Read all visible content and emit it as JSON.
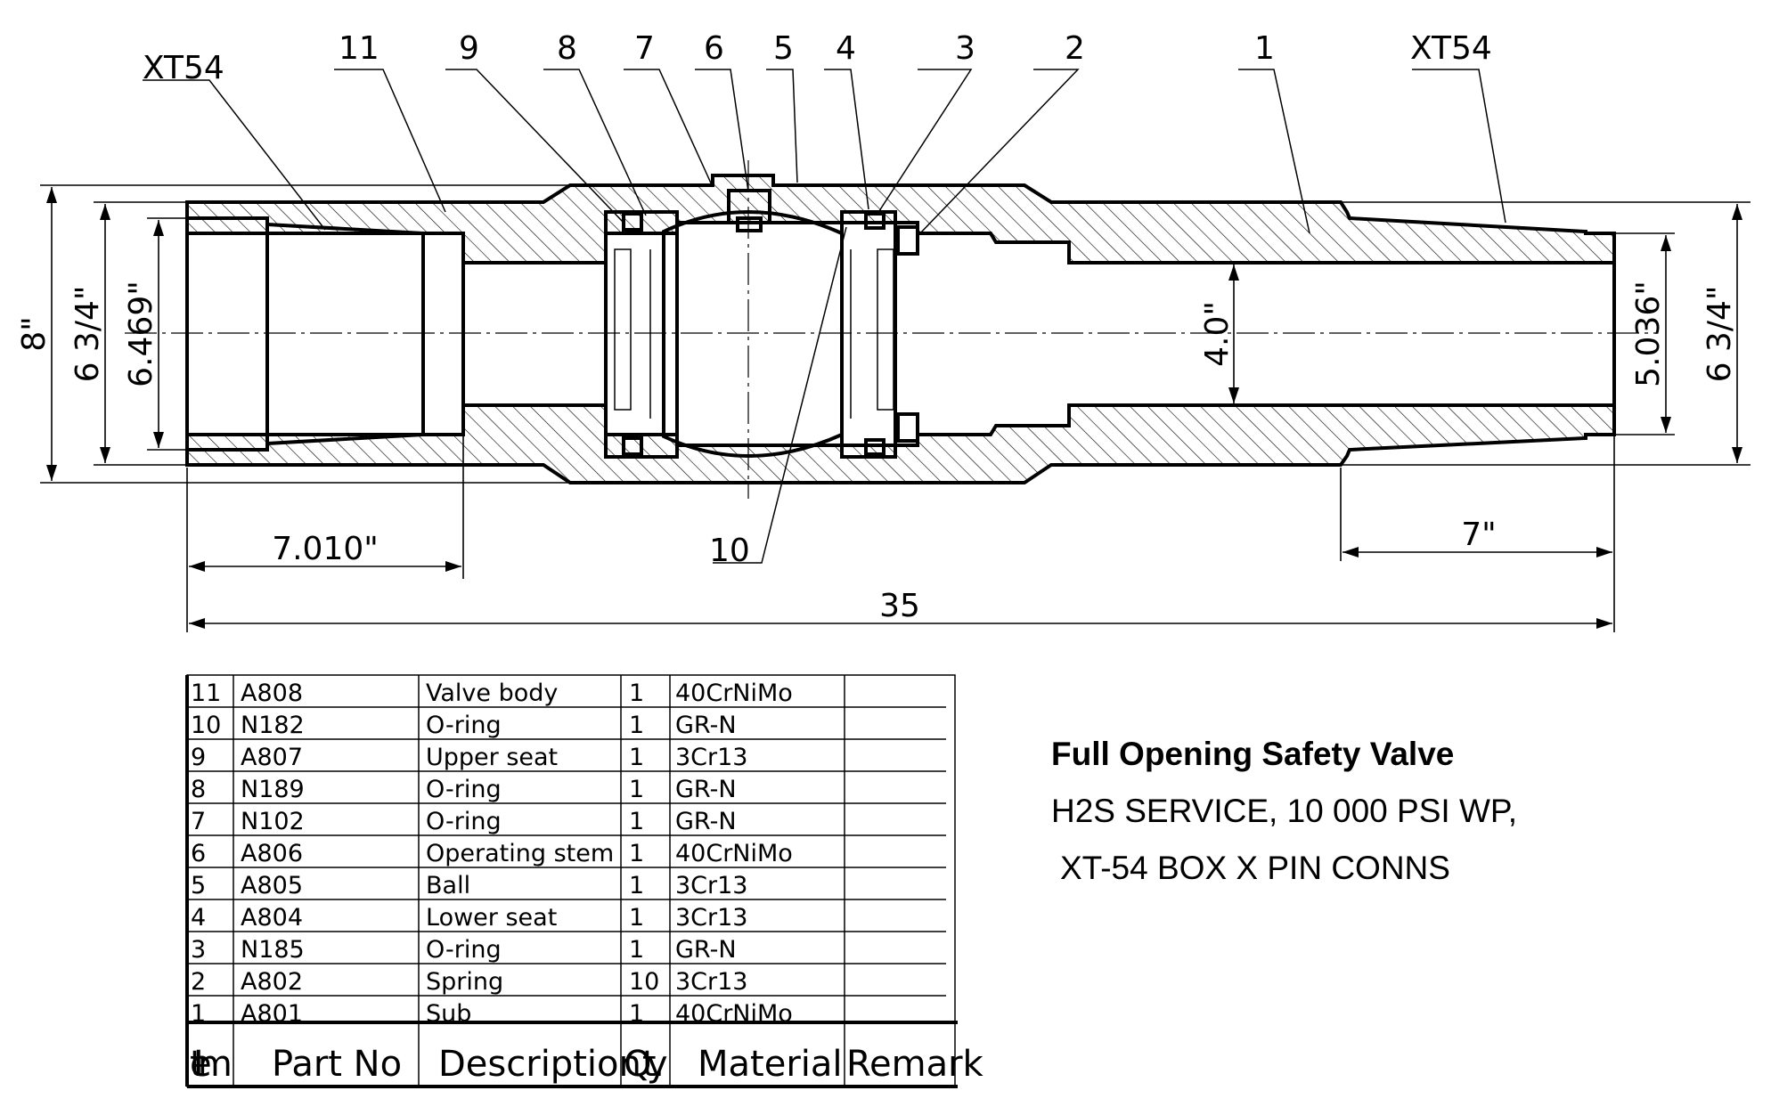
{
  "callouts": {
    "c11": "11",
    "c9": "9",
    "c8": "8",
    "c7": "7",
    "c6": "6",
    "c5": "5",
    "c4": "4",
    "c3": "3",
    "c2": "2",
    "c1": "1",
    "c10": "10",
    "thread_left": "XT54",
    "thread_right": "XT54"
  },
  "dimensions": {
    "od_left": "8\"",
    "od_box": "6 3/4\"",
    "bore_box": "6.469\"",
    "bore": "4.0\"",
    "pin_bore": "5.036\"",
    "od_right": "6 3/4\"",
    "box_depth": "7.010\"",
    "pin_length": "7\"",
    "overall": "35"
  },
  "parts_table": {
    "headers": [
      "Item",
      "Part No",
      "Description",
      "Qty.",
      "Material",
      "Remark"
    ],
    "rows": [
      [
        "11",
        "A808",
        "Valve body",
        "1",
        "40CrNiMo",
        ""
      ],
      [
        "10",
        "N182",
        "O-ring",
        "1",
        "GR-N",
        ""
      ],
      [
        "9",
        "A807",
        "Upper seat",
        "1",
        "3Cr13",
        ""
      ],
      [
        "8",
        "N189",
        "O-ring",
        "1",
        "GR-N",
        ""
      ],
      [
        "7",
        "N102",
        "O-ring",
        "1",
        "GR-N",
        ""
      ],
      [
        "6",
        "A806",
        "Operating stem",
        "1",
        "40CrNiMo",
        ""
      ],
      [
        "5",
        "A805",
        "Ball",
        "1",
        "3Cr13",
        ""
      ],
      [
        "4",
        "A804",
        "Lower seat",
        "1",
        "3Cr13",
        ""
      ],
      [
        "3",
        "N185",
        "O-ring",
        "1",
        "GR-N",
        ""
      ],
      [
        "2",
        "A802",
        "Spring",
        "10",
        "3Cr13",
        ""
      ],
      [
        "1",
        "A801",
        "Sub",
        "1",
        "40CrNiMo",
        ""
      ]
    ]
  },
  "title_block": {
    "title": "Full Opening Safety Valve",
    "line1": "H2S SERVICE, 10 000 PSI WP,",
    "line2": "XT-54 BOX X PIN CONNS"
  }
}
